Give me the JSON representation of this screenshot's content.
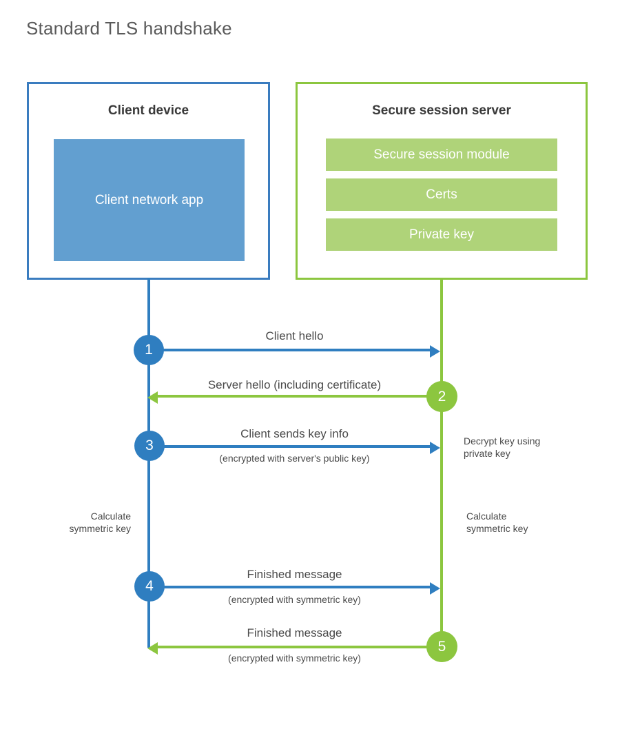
{
  "page": {
    "title": "Standard TLS handshake"
  },
  "colors": {
    "client_blue": "#2f7ec0",
    "client_fill": "#629fd0",
    "client_border": "#3a7cbf",
    "server_green": "#8cc63f",
    "server_fill": "#afd379",
    "text_dark": "#3a3a3a",
    "text_body": "#4a4a4a",
    "title_gray": "#5a5a5a",
    "background": "#ffffff"
  },
  "client": {
    "title": "Client device",
    "app_label": "Client network app"
  },
  "server": {
    "title": "Secure session server",
    "bars": [
      {
        "label": "Secure session module"
      },
      {
        "label": "Certs"
      },
      {
        "label": "Private key"
      }
    ]
  },
  "steps": [
    {
      "number": "1",
      "direction": "client-to-server",
      "color": "blue",
      "label": "Client hello",
      "sublabel": ""
    },
    {
      "number": "2",
      "direction": "server-to-client",
      "color": "green",
      "label": "Server hello (including certificate)",
      "sublabel": ""
    },
    {
      "number": "3",
      "direction": "client-to-server",
      "color": "blue",
      "label": "Client sends key info",
      "sublabel": "(encrypted with server's public key)"
    },
    {
      "number": "4",
      "direction": "client-to-server",
      "color": "blue",
      "label": "Finished message",
      "sublabel": "(encrypted with symmetric key)"
    },
    {
      "number": "5",
      "direction": "server-to-client",
      "color": "green",
      "label": "Finished message",
      "sublabel": "(encrypted with symmetric key)"
    }
  ],
  "annotations": {
    "server_decrypt": "Decrypt key using\nprivate key",
    "server_decrypt_line1": "Decrypt key using",
    "server_decrypt_line2": "private key",
    "client_calculate_line1": "Calculate",
    "client_calculate_line2": "symmetric key",
    "server_calculate_line1": "Calculate",
    "server_calculate_line2": "symmetric key"
  }
}
